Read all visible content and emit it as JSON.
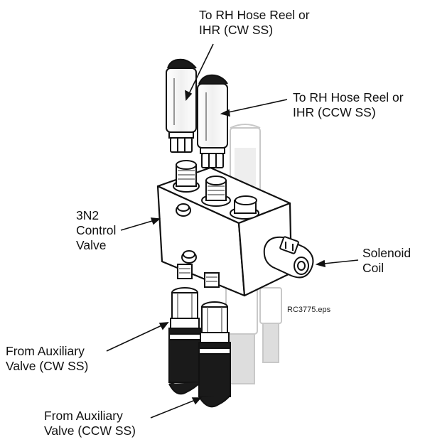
{
  "labels": {
    "top_rh_cw": [
      "To RH Hose Reel or",
      "IHR (CW SS)"
    ],
    "top_rh_ccw": [
      "To RH Hose Reel or",
      "IHR (CCW SS)"
    ],
    "control_valve": [
      "3N2",
      "Control",
      "Valve"
    ],
    "solenoid": [
      "Solenoid",
      "Coil"
    ],
    "aux_cw": [
      "From Auxiliary",
      "Valve (CW SS)"
    ],
    "aux_ccw": [
      "From Auxiliary",
      "Valve (CCW SS)"
    ]
  },
  "figure_id": "RC3775.eps",
  "colors": {
    "ink": "#111111",
    "faded": "#c8c8c8",
    "hose_dark": "#1a1a1a"
  }
}
